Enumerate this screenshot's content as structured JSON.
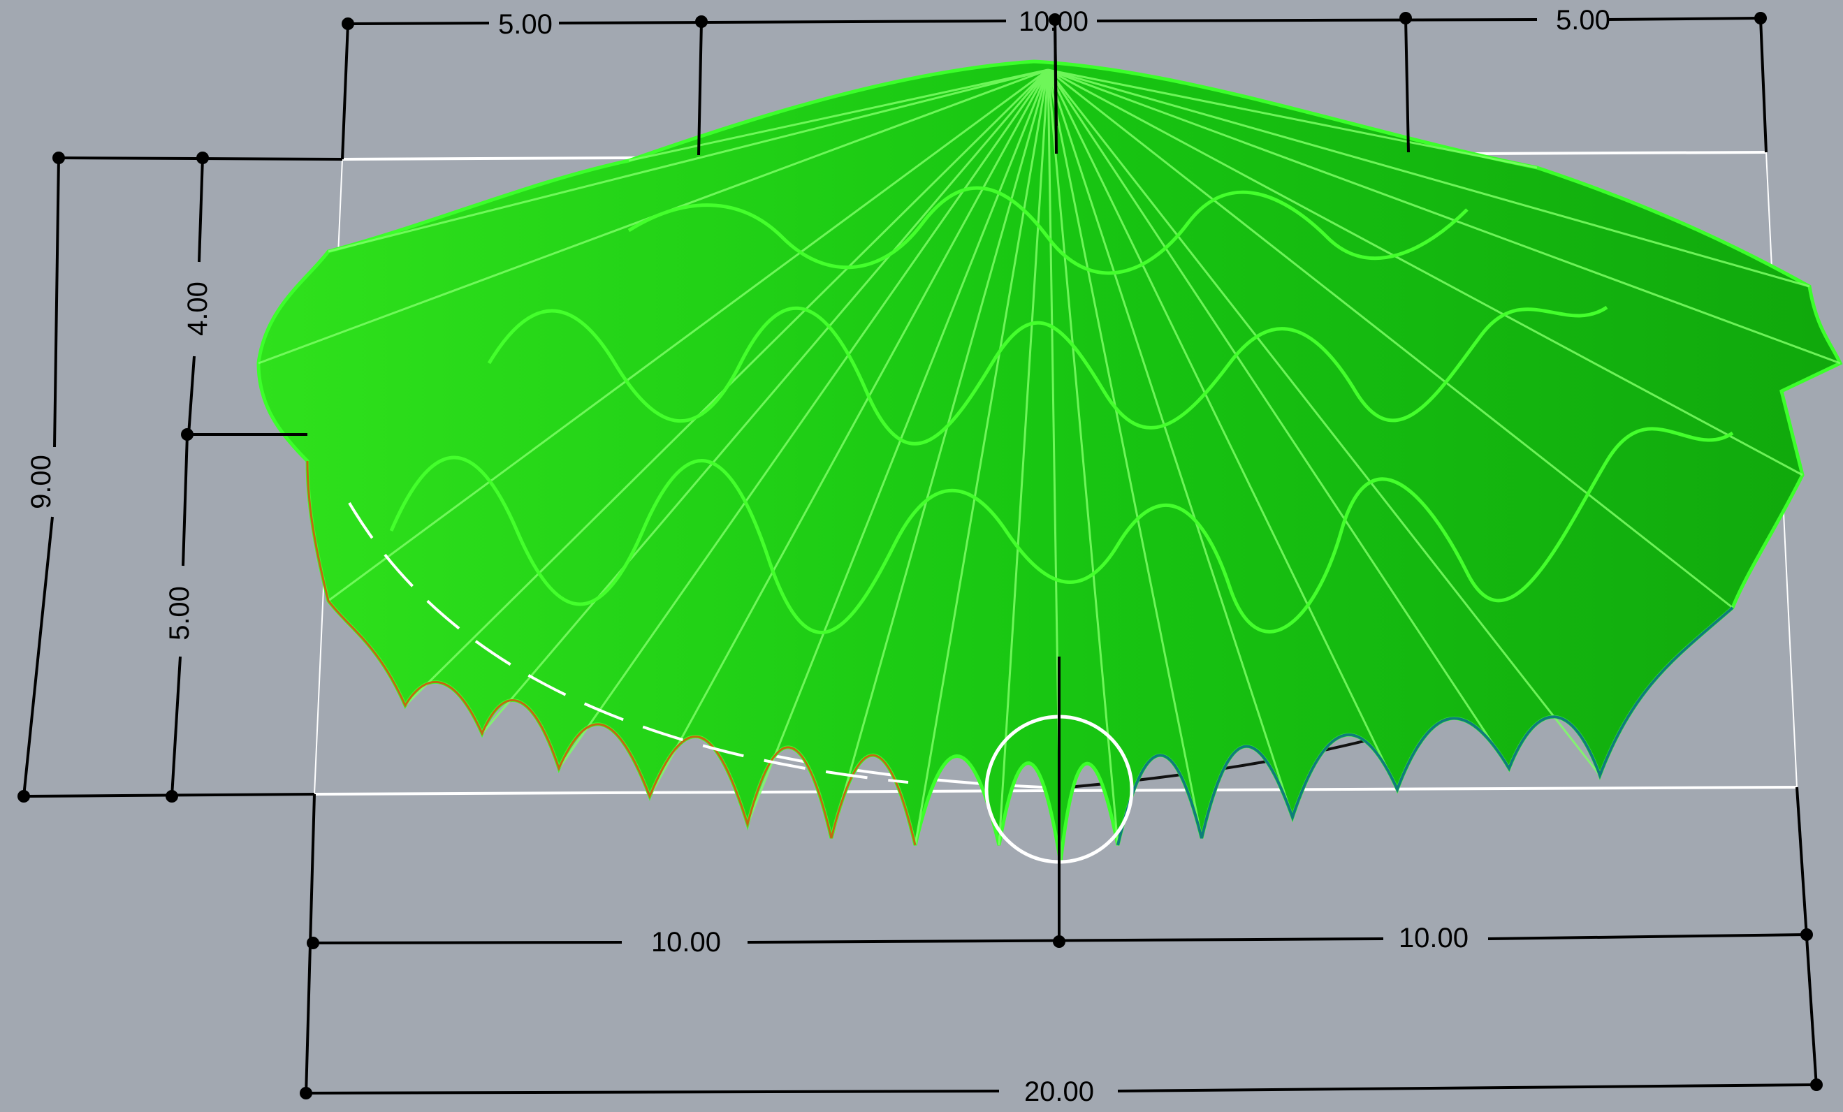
{
  "viewport": {
    "background": "#a2a8b1",
    "accent_color": "#22ee11",
    "dimension_color": "#000000",
    "guide_color": "#ffffff"
  },
  "dimensions": {
    "top_left": "5.00",
    "top_center": "10.00",
    "top_right": "5.00",
    "left_overall": "9.00",
    "left_upper": "4.00",
    "left_lower": "5.00",
    "bottom_left": "10.00",
    "bottom_right": "10.00",
    "bottom_overall": "20.00"
  }
}
